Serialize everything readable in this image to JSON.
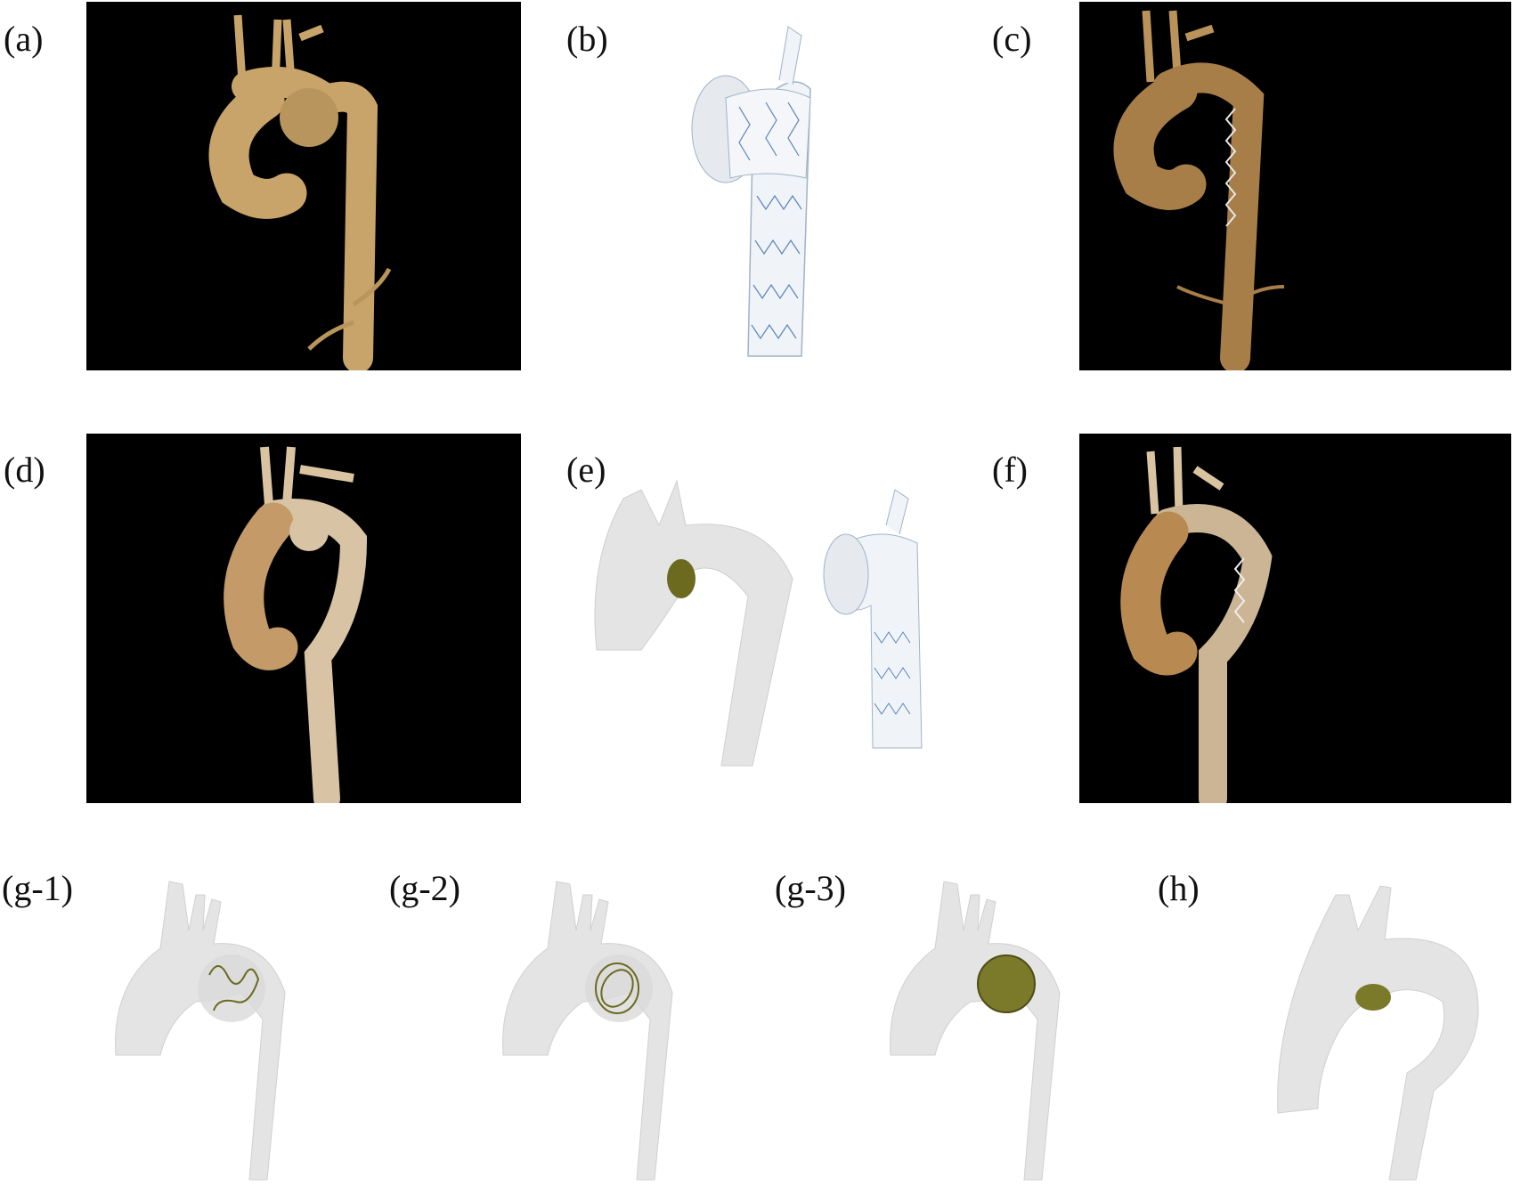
{
  "figure": {
    "panels": [
      {
        "id": "a",
        "label": "(a)",
        "kind": "ct-render-preop"
      },
      {
        "id": "b",
        "label": "(b)",
        "kind": "stent-graft-model"
      },
      {
        "id": "c",
        "label": "(c)",
        "kind": "ct-render-postop"
      },
      {
        "id": "d",
        "label": "(d)",
        "kind": "ct-render-preop"
      },
      {
        "id": "e",
        "label": "(e)",
        "kind": "aorta-model-with-coil-and-stent"
      },
      {
        "id": "f",
        "label": "(f)",
        "kind": "ct-render-postop"
      },
      {
        "id": "g1",
        "label": "(g-1)",
        "kind": "aorta-model-coil-loose"
      },
      {
        "id": "g2",
        "label": "(g-2)",
        "kind": "aorta-model-coil-medium"
      },
      {
        "id": "g3",
        "label": "(g-3)",
        "kind": "aorta-model-coil-dense"
      },
      {
        "id": "h",
        "label": "(h)",
        "kind": "aorta-model-coil"
      }
    ],
    "colors": {
      "ct_background": "#000000",
      "vessel_ct": "#c9a46a",
      "model_surface": "#e4e4e4",
      "stent_wire": "#5b86b8",
      "coil": "#6b6a1e"
    }
  }
}
